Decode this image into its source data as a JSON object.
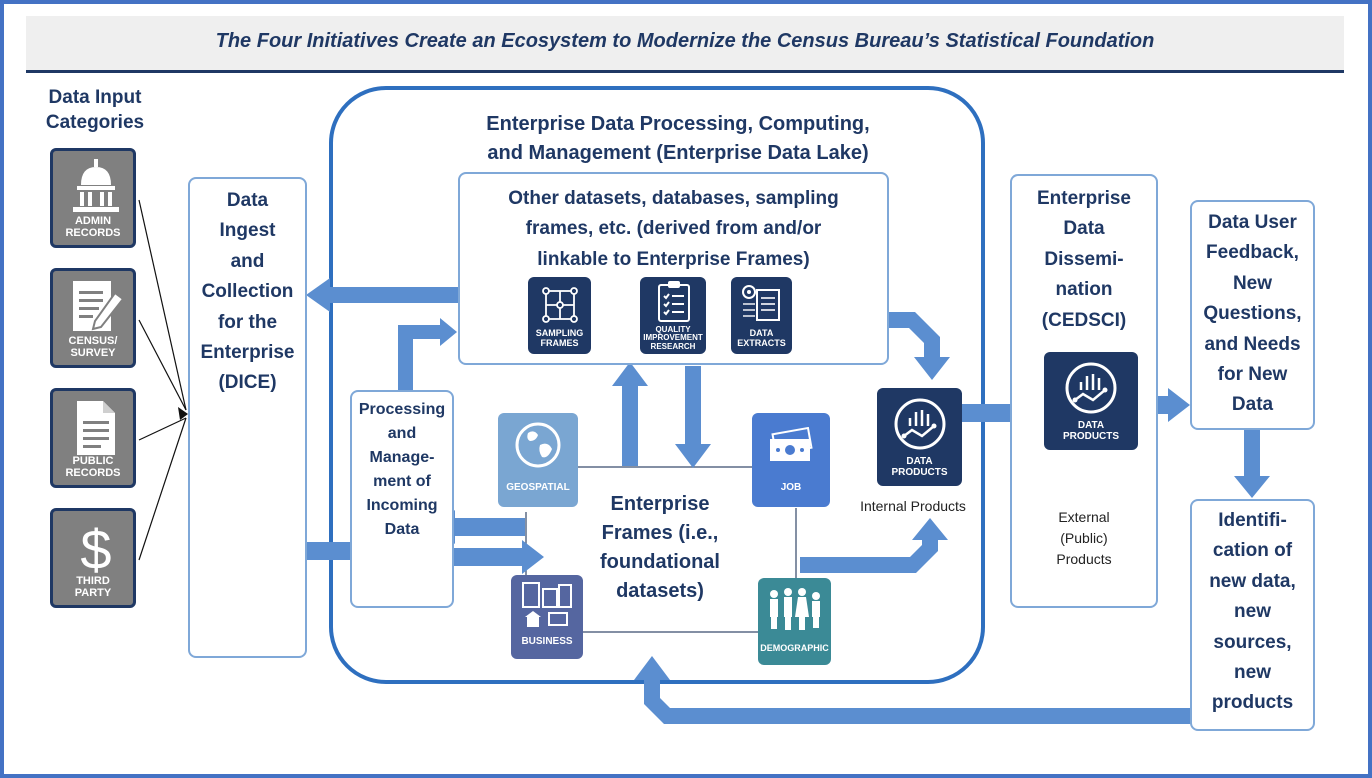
{
  "title": "The Four Initiatives Create an Ecosystem to Modernize the Census Bureau’s Statistical Foundation",
  "input_categories": {
    "heading": [
      "Data Input",
      "Categories"
    ],
    "items": [
      {
        "label": [
          "ADMIN",
          "RECORDS"
        ],
        "icon": "capitol-icon"
      },
      {
        "label": [
          "CENSUS/",
          "SURVEY"
        ],
        "icon": "form-pencil-icon"
      },
      {
        "label": [
          "PUBLIC",
          "RECORDS"
        ],
        "icon": "document-icon"
      },
      {
        "label": [
          "THIRD",
          "PARTY"
        ],
        "icon": "dollar-icon"
      }
    ]
  },
  "dice": [
    "Data",
    "Ingest",
    "and",
    "Collection",
    "for the",
    "Enterprise",
    "(DICE)"
  ],
  "lake": {
    "heading": [
      "Enterprise Data Processing, Computing,",
      "and Management (Enterprise Data Lake)"
    ],
    "other_datasets": [
      "Other datasets, databases, sampling",
      "frames, etc. (derived from and/or",
      "linkable to Enterprise Frames)"
    ],
    "dataset_icons": [
      {
        "label": [
          "SAMPLING",
          "FRAMES"
        ],
        "icon": "network-grid-icon"
      },
      {
        "label": [
          "QUALITY",
          "IMPROVEMENT",
          "RESEARCH"
        ],
        "icon": "clipboard-checklist-icon"
      },
      {
        "label": [
          "DATA",
          "EXTRACTS"
        ],
        "icon": "gear-document-icon"
      }
    ],
    "processing": [
      "Processing",
      "and",
      "Manage-",
      "ment of",
      "Incoming",
      "Data"
    ],
    "frames_text": [
      "Enterprise",
      "Frames (i.e.,",
      "foundational",
      "datasets)"
    ],
    "frames": {
      "geospatial": "GEOSPATIAL",
      "job": "JOB",
      "business": "BUSINESS",
      "demographic": "DEMOGRAPHIC"
    },
    "internal_products_icon": [
      "DATA",
      "PRODUCTS"
    ],
    "internal_products_caption": "Internal Products"
  },
  "cedsci": {
    "heading": [
      "Enterprise",
      "Data",
      "Dissemi-",
      "nation",
      "(CEDSCI)"
    ],
    "icon_label": [
      "DATA",
      "PRODUCTS"
    ],
    "caption": [
      "External",
      "(Public)",
      "Products"
    ]
  },
  "feedback": [
    "Data User",
    "Feedback,",
    "New",
    "Questions,",
    "and Needs",
    "for New",
    "Data"
  ],
  "identification": [
    "Identifi-",
    "cation of",
    "new data,",
    "new",
    "sources,",
    "new",
    "products"
  ],
  "colors": {
    "navy": "#1f3864",
    "arrow": "#5b8ed0",
    "box_border": "#7fa8d8",
    "lake_border": "#2e6fbf",
    "gray_tile": "#808080"
  }
}
